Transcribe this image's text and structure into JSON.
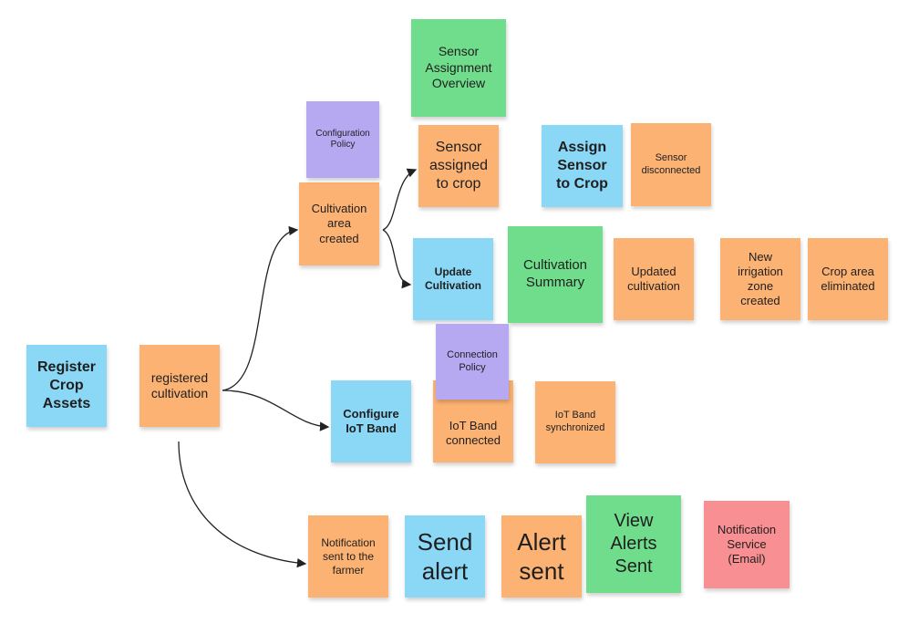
{
  "notes": {
    "register_crop_assets": "Register\nCrop\nAssets",
    "registered_cultivation": "registered\ncultivation",
    "cultivation_area_created": "Cultivation\narea\ncreated",
    "configuration_policy": "Configuration\nPolicy",
    "sensor_assignment_overview": "Sensor\nAssignment\nOverview",
    "sensor_assigned_to_crop": "Sensor\nassigned\nto crop",
    "assign_sensor_to_crop": "Assign\nSensor\nto Crop",
    "sensor_disconnected": "Sensor\ndisconnected",
    "update_cultivation": "Update\nCultivation",
    "cultivation_summary": "Cultivation\nSummary",
    "updated_cultivation": "Updated\ncultivation",
    "new_irrigation_zone_created": "New\nirrigation\nzone\ncreated",
    "crop_area_eliminated": "Crop area\neliminated",
    "connection_policy": "Connection\nPolicy",
    "configure_iot_band": "Configure\nIoT Band",
    "iot_band_connected": "IoT Band\nconnected",
    "iot_band_synchronized": "IoT Band\nsynchronized",
    "notification_sent_to_farmer": "Notification\nsent to the\nfarmer",
    "send_alert": "Send\nalert",
    "alert_sent": "Alert\nsent",
    "view_alerts_sent": "View\nAlerts\nSent",
    "notification_service": "Notification\nService\n(Email)"
  },
  "colors": {
    "event": "#fbb273",
    "command": "#8ad8f6",
    "read_model": "#6fdd8b",
    "policy": "#b7a8f2",
    "external_system": "#f88f93"
  }
}
